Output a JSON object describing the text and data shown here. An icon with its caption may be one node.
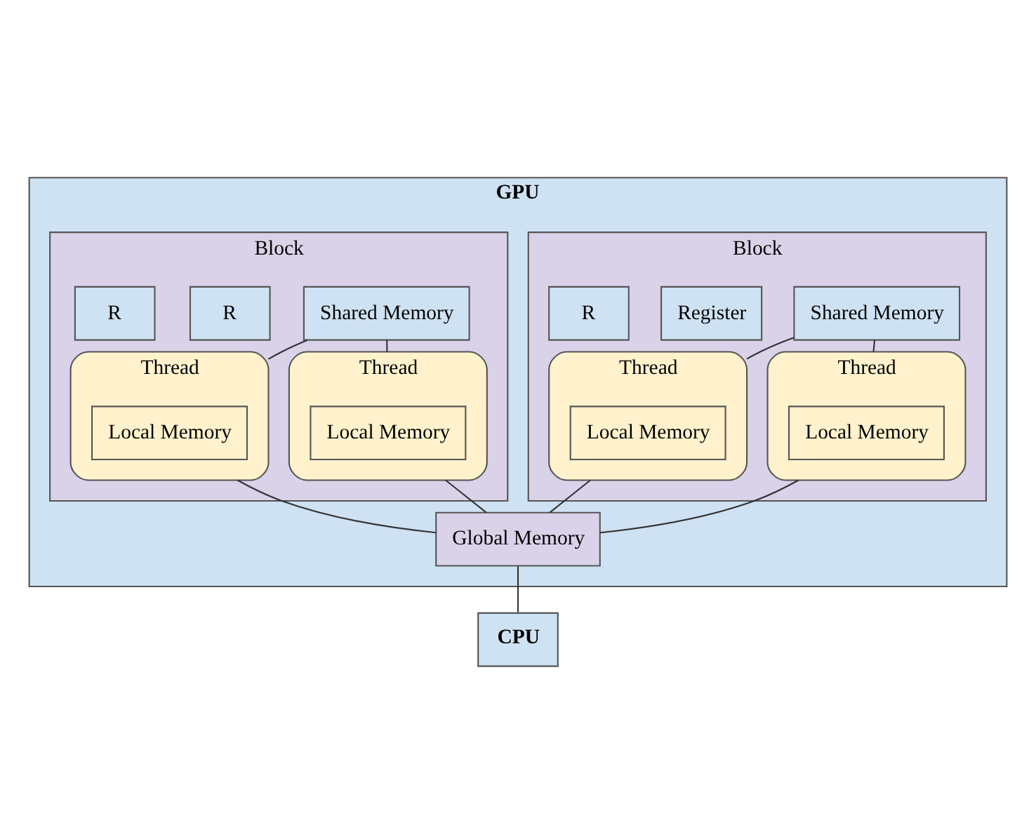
{
  "diagram": {
    "nodes": [
      {
        "text": [
          "GPU"
        ]
      },
      {
        "text": [
          "Block"
        ],
        "in": 0
      },
      {
        "text": [
          "Shared Memory"
        ],
        "in": 1
      },
      {
        "text": [
          "Register"
        ],
        "in": 1
      },
      {
        "text": [
          "R"
        ],
        "in": 1
      },
      {
        "text": [
          "Thread"
        ],
        "in": 1
      },
      {
        "text": [
          "Local Memory"
        ],
        "in": 5
      },
      {
        "text": [
          "Thread"
        ],
        "in": 1
      },
      {
        "text": [
          "Local Memory"
        ],
        "in": 7
      },
      {
        "text": [
          "Block"
        ],
        "in": 0
      },
      {
        "text": [
          "Shared Memory"
        ],
        "in": 9
      },
      {
        "text": [
          "R"
        ],
        "in": 9
      },
      {
        "text": [
          "R"
        ],
        "in": 9
      },
      {
        "text": [
          "Thread"
        ],
        "in": 9
      },
      {
        "text": [
          "Local Memory"
        ],
        "in": 13
      },
      {
        "text": [
          "Thread"
        ],
        "in": 9
      },
      {
        "text": [
          "Local Memory"
        ],
        "in": 15
      },
      {
        "text": [
          "Global Memory"
        ],
        "in": 0
      },
      {
        "text": [
          "CPU"
        ]
      }
    ],
    "edges": [
      {
        "from": 2,
        "to": 5,
        "arrow": "none"
      },
      {
        "from": 2,
        "to": 7,
        "arrow": "none"
      },
      {
        "from": 10,
        "to": 13,
        "arrow": "none"
      },
      {
        "from": 10,
        "to": 15,
        "arrow": "none"
      },
      {
        "from": 5,
        "to": 17,
        "arrow": "none"
      },
      {
        "from": 7,
        "to": 17,
        "arrow": "none"
      },
      {
        "from": 13,
        "to": 17,
        "arrow": "none"
      },
      {
        "from": 15,
        "to": 17,
        "arrow": "none"
      },
      {
        "from": 17,
        "to": 18,
        "arrow": "none"
      }
    ]
  }
}
